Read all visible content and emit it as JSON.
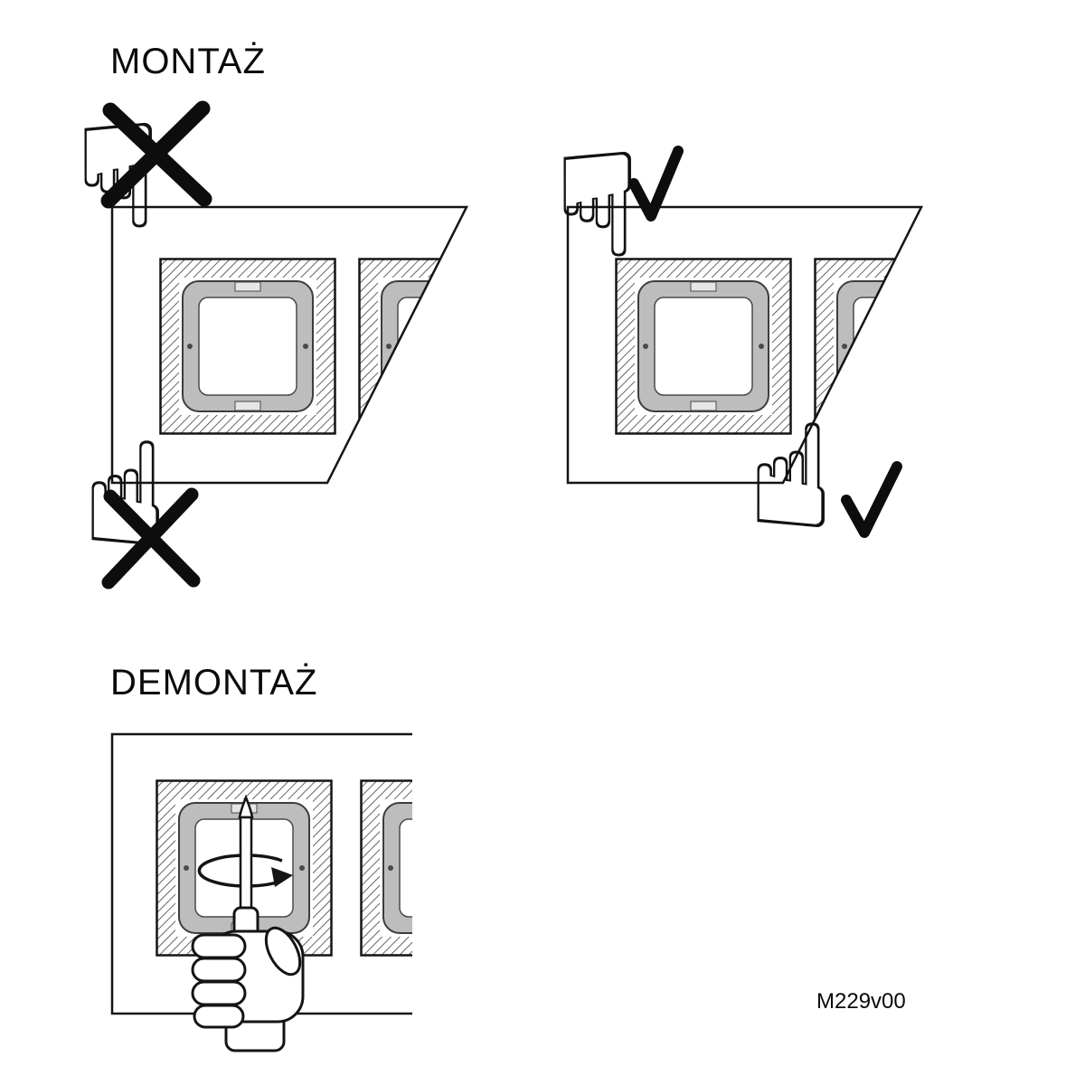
{
  "document": {
    "code": "M229v00",
    "background": "#ffffff",
    "ink_color": "#0a0a0a",
    "frame_gray": "#bdbdbd"
  },
  "sections": {
    "montaz": {
      "title": "MONTAŻ",
      "wrong_example": {
        "marks": [
          "cross-icon",
          "cross-icon"
        ],
        "hands": [
          "hand-point-down-icon",
          "hand-point-up-icon"
        ]
      },
      "correct_example": {
        "marks": [
          "check-icon",
          "check-icon"
        ],
        "hands": [
          "hand-point-down-icon",
          "hand-point-up-icon"
        ]
      }
    },
    "demontaz": {
      "title": "DEMONTAŻ",
      "tools": [
        "screwdriver-icon",
        "rotation-arrow-icon",
        "gripping-hand-icon"
      ]
    }
  },
  "glyphs": {
    "hand_point_down": "☟",
    "hand_point_up": "☝",
    "cross": "✕",
    "check": "✓"
  }
}
